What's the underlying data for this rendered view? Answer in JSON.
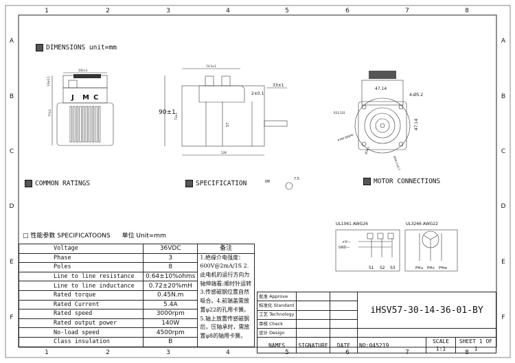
{
  "ruler": {
    "cols": [
      "1",
      "2",
      "3",
      "4",
      "5",
      "6",
      "7",
      "8"
    ],
    "rows": [
      "A",
      "B",
      "C",
      "D",
      "E",
      "F"
    ]
  },
  "sections": {
    "dimensions": "DIMENSIONS unit=mm",
    "common_ratings": "COMMON RATINGS",
    "specification": "SPECIFICATION",
    "motor_connections": "MOTOR CONNECTIONS"
  },
  "drawing": {
    "brand": [
      "J",
      "M",
      "C"
    ],
    "dims": {
      "width_top": "102±1",
      "height_left": "77±1",
      "conn": "13±0.1",
      "len_top": "74.5±1",
      "height": "90±1",
      "inner_h": "73±1",
      "shaft_len": "33±1",
      "flange": "2±0.1",
      "body": "57",
      "total": "128",
      "pcd": "47.14",
      "pcd_v": "47.14",
      "holes": "4-Ø5.2",
      "radius": "R33.331",
      "tap": "4-M4 DEEP6",
      "d1": "Ø38.1",
      "d2": "Ø38.1±0.1",
      "shaft_d": "Ø8",
      "key": "7.5"
    }
  },
  "spec_table": {
    "heading": "□ 性能参数  SPECIFICATOONS",
    "unit": "单位 Unit=mm",
    "notes_header": "备注",
    "rows": [
      {
        "name": "Voltage",
        "value": "36VDC"
      },
      {
        "name": "Phase",
        "value": "3"
      },
      {
        "name": "Poles",
        "value": "8"
      },
      {
        "name": "Line to line resistance",
        "value": "0.64±10%ohms"
      },
      {
        "name": "Line to line inductance",
        "value": "0.72±20%mH"
      },
      {
        "name": "Rated torque",
        "value": "0.45N.m"
      },
      {
        "name": "Rated Current",
        "value": "5.4A"
      },
      {
        "name": "Rated speed",
        "value": "3000rpm"
      },
      {
        "name": "Rated output power",
        "value": "140W"
      },
      {
        "name": "No-load speed",
        "value": "4500rpm"
      },
      {
        "name": "Class insulation",
        "value": "B"
      }
    ],
    "notes": "1.绝缘介电强度：600V@2mA/1S 2.此电机的运行方向为轴伸端看:顺时针运转 3.传感磁钢位置自然吸合。4.前端盖需放置φ22的孔用卡簧。5.轴上放置传感磁钢后，压轴承时，需放置φ8的轴用卡簧。"
  },
  "wiring": {
    "sensor_cable": "UL1061  AWG26",
    "power_cable": "UL3266  AWG22",
    "vplus": "+V—",
    "gnd": "GND—",
    "sensors": [
      "S1",
      "S2",
      "S3"
    ],
    "phases": [
      "PHu",
      "PHv",
      "PHw"
    ]
  },
  "title_block": {
    "roles": [
      "批准 Approve",
      "标准化 Standard",
      "工艺 Technology",
      "审核 Check",
      "设计 Design"
    ],
    "names": "NAMES",
    "signature": "SIGNATURE",
    "date": "DATE",
    "part_number": "iHSV57-30-14-36-01-BY",
    "drawing_no": "NO:045219",
    "scale": "SCALE 1:1",
    "sheet": "SHEET 1 OF 1"
  }
}
